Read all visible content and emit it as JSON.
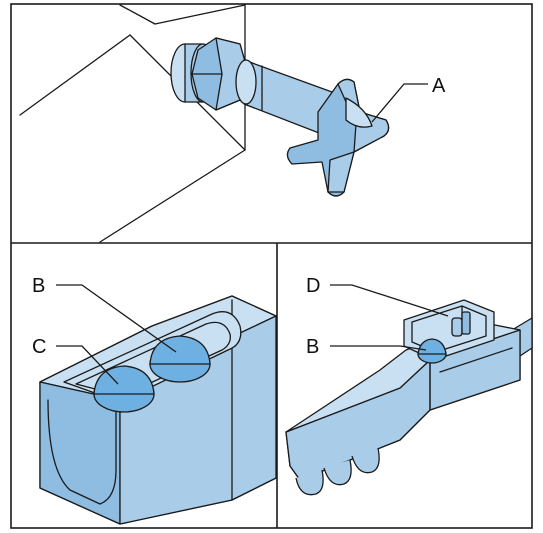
{
  "callouts": {
    "a": "A",
    "b_left": "B",
    "c": "C",
    "d": "D",
    "b_right": "B"
  },
  "colors": {
    "part_fill": "#a9cce9",
    "part_shade": "#8fbde2",
    "part_light": "#c9e0f3",
    "button_fill": "#6fb0e3",
    "line": "#1a1a1a"
  }
}
